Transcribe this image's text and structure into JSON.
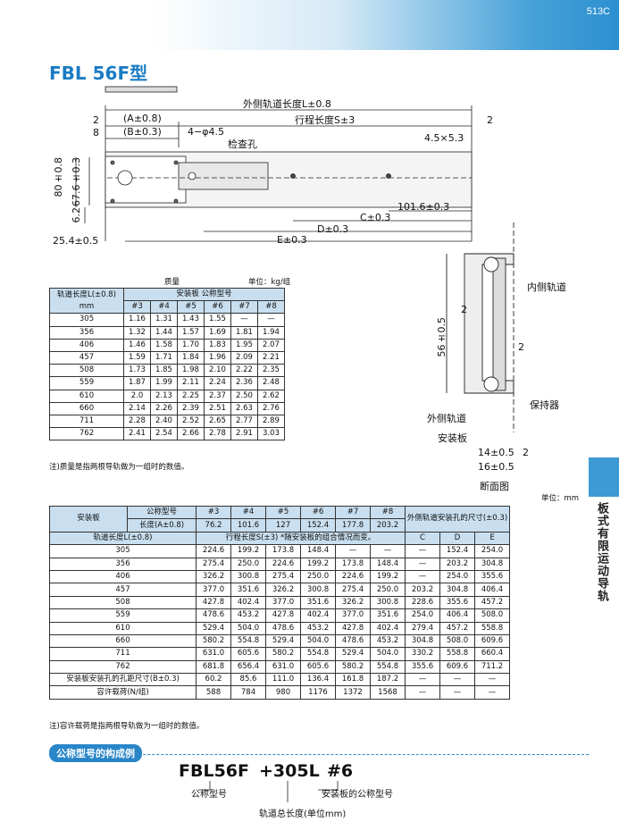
{
  "page": {
    "number": "513C",
    "title": "FBL 56F型",
    "side_label": "板式有限运动导轨"
  },
  "drawing": {
    "outer_length": "外侧轨道长度L±0.8",
    "stroke_length": "行程长度S±3",
    "dim_a": "(A±0.8)",
    "dim_b": "(B±0.3)",
    "hole": "4−φ4.5",
    "inspect": "检查孔",
    "slot": "4.5×5.3",
    "dim_1016": "101.6±0.3",
    "dim_c": "C±0.3",
    "dim_d": "D±0.3",
    "dim_e": "E±0.3",
    "dim_254": "25.4±0.5",
    "dim_80": "80±0.8",
    "dim_676": "67.6±0.3",
    "dim_62": "6.2",
    "num_2a": "2",
    "num_8": "8",
    "num_2b": "2",
    "section_56": "56±0.5",
    "section_2a": "2",
    "section_2b": "2",
    "section_2c": "2",
    "inner_rail": "内侧轨道",
    "retainer": "保持器",
    "outer_rail": "外侧轨道",
    "mount_plate": "安装板",
    "dim_14": "14±0.5",
    "dim_16": "16±0.5",
    "section_title": "断面图"
  },
  "table1": {
    "mass_label": "质量",
    "unit": "单位：kg/组",
    "col_length": "轨道长度L(±0.8)",
    "col_length_unit": "mm",
    "col_group": "安装板 公称型号",
    "cols": [
      "#3",
      "#4",
      "#5",
      "#6",
      "#7",
      "#8"
    ],
    "rows": [
      [
        "305",
        "1.16",
        "1.31",
        "1.43",
        "1.55",
        "—",
        "—"
      ],
      [
        "356",
        "1.32",
        "1.44",
        "1.57",
        "1.69",
        "1.81",
        "1.94"
      ],
      [
        "406",
        "1.46",
        "1.58",
        "1.70",
        "1.83",
        "1.95",
        "2.07"
      ],
      [
        "457",
        "1.59",
        "1.71",
        "1.84",
        "1.96",
        "2.09",
        "2.21"
      ],
      [
        "508",
        "1.73",
        "1.85",
        "1.98",
        "2.10",
        "2.22",
        "2.35"
      ],
      [
        "559",
        "1.87",
        "1.99",
        "2.11",
        "2.24",
        "2.36",
        "2.48"
      ],
      [
        "610",
        "2.0",
        "2.13",
        "2.25",
        "2.37",
        "2.50",
        "2.62"
      ],
      [
        "660",
        "2.14",
        "2.26",
        "2.39",
        "2.51",
        "2.63",
        "2.76"
      ],
      [
        "711",
        "2.28",
        "2.40",
        "2.52",
        "2.65",
        "2.77",
        "2.89"
      ],
      [
        "762",
        "2.41",
        "2.54",
        "2.66",
        "2.78",
        "2.91",
        "3.03"
      ]
    ],
    "note": "注)质量是指两根导轨做为一组时的数值。"
  },
  "table2": {
    "unit": "单位：mm",
    "h_mount": "安装板",
    "h_nominal": "公称型号",
    "h_length_a": "长度(A±0.8)",
    "cols": [
      "#3",
      "#4",
      "#5",
      "#6",
      "#7",
      "#8"
    ],
    "a_values": [
      "76.2",
      "101.6",
      "127",
      "152.4",
      "177.8",
      "203.2"
    ],
    "h_outer_holes": "外侧轨道安装孔的尺寸(±0.3)",
    "h_rail_length": "轨道长度L(±0.8)",
    "h_stroke": "行程长度S(±3) *随安装板的组合情况而变。",
    "h_c": "C",
    "h_d": "D",
    "h_e": "E",
    "rows": [
      [
        "305",
        "224.6",
        "199.2",
        "173.8",
        "148.4",
        "—",
        "—",
        "—",
        "152.4",
        "254.0"
      ],
      [
        "356",
        "275.4",
        "250.0",
        "224.6",
        "199.2",
        "173.8",
        "148.4",
        "—",
        "203.2",
        "304.8"
      ],
      [
        "406",
        "326.2",
        "300.8",
        "275.4",
        "250.0",
        "224.6",
        "199.2",
        "—",
        "254.0",
        "355.6"
      ],
      [
        "457",
        "377.0",
        "351.6",
        "326.2",
        "300.8",
        "275.4",
        "250.0",
        "203.2",
        "304.8",
        "406.4"
      ],
      [
        "508",
        "427.8",
        "402.4",
        "377.0",
        "351.6",
        "326.2",
        "300.8",
        "228.6",
        "355.6",
        "457.2"
      ],
      [
        "559",
        "478.6",
        "453.2",
        "427.8",
        "402.4",
        "377.0",
        "351.6",
        "254.0",
        "406.4",
        "508.0"
      ],
      [
        "610",
        "529.4",
        "504.0",
        "478.6",
        "453.2",
        "427.8",
        "402.4",
        "279.4",
        "457.2",
        "558.8"
      ],
      [
        "660",
        "580.2",
        "554.8",
        "529.4",
        "504.0",
        "478.6",
        "453.2",
        "304.8",
        "508.0",
        "609.6"
      ],
      [
        "711",
        "631.0",
        "605.6",
        "580.2",
        "554.8",
        "529.4",
        "504.0",
        "330.2",
        "558.8",
        "660.4"
      ],
      [
        "762",
        "681.8",
        "656.4",
        "631.0",
        "605.6",
        "580.2",
        "554.8",
        "355.6",
        "609.6",
        "711.2"
      ]
    ],
    "pitch_label": "安装板安装孔的孔距尺寸(B±0.3)",
    "pitch_values": [
      "60.2",
      "85.6",
      "111.0",
      "136.4",
      "161.8",
      "187.2",
      "—",
      "—",
      "—"
    ],
    "load_label": "容许载荷(N/组)",
    "load_values": [
      "588",
      "784",
      "980",
      "1176",
      "1372",
      "1568",
      "—",
      "—",
      "—"
    ],
    "note": "注)容许载荷是指两根导轨做为一组时的数值。"
  },
  "example": {
    "tag": "公称型号的构成例",
    "part1": "FBL56F",
    "part2": "+305L",
    "part3": "#6",
    "cap1": "公称型号",
    "cap2": "轨道总长度(单位mm)",
    "cap3": "安装板的公称型号"
  },
  "colors": {
    "brand_blue": "#1a7bc4",
    "header_fill": "#c9dff0",
    "tab_blue": "#3d9ad4"
  }
}
